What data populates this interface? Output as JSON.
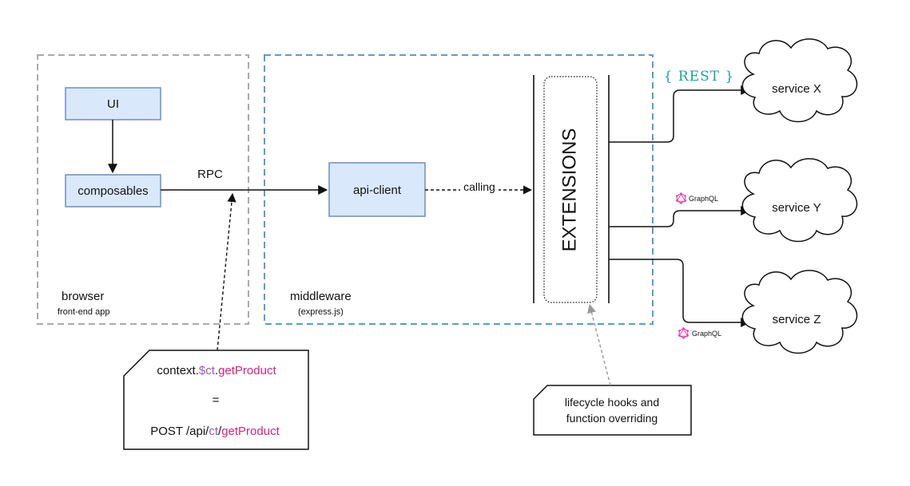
{
  "groups": {
    "browser": {
      "title": "browser",
      "subtitle": "front-end app"
    },
    "middleware": {
      "title": "middleware",
      "subtitle": "(express.js)"
    }
  },
  "nodes": {
    "ui": "UI",
    "composables": "composables",
    "api_client": "api-client",
    "extensions": "EXTENSIONS",
    "service_x": "service X",
    "service_y": "service Y",
    "service_z": "service Z"
  },
  "edges": {
    "rpc": "RPC",
    "calling": "calling",
    "rest_badge": "{ REST }",
    "graphql_y": "GraphQL",
    "graphql_z": "GraphQL"
  },
  "notes": {
    "context": {
      "line1_parts": [
        "context.",
        "$ct",
        ".",
        "getProduct"
      ],
      "equals": "=",
      "line3_parts": [
        "POST /api/",
        "ct",
        "/",
        "getProduct"
      ]
    },
    "lifecycle": {
      "line1": "lifecycle hooks and",
      "line2": "function overriding"
    }
  },
  "colors": {
    "box_fill": "#dae8fc",
    "box_stroke": "#6c8ebf",
    "browser_border": "#aaaaaa",
    "middleware_border": "#5b9bd5",
    "rest": "#1aa39a",
    "graphql": "#e535ab",
    "ct_purple": "#9b59b6",
    "getproduct_pink": "#d6247a",
    "hint_gray": "#999999"
  }
}
